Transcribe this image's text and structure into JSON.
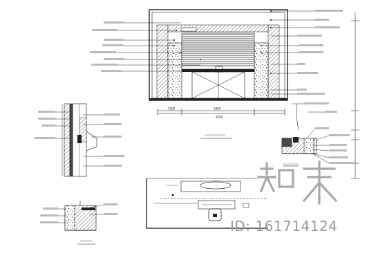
{
  "drawing": {
    "elevation_width": "2950",
    "dims": [
      "1250",
      "1800"
    ],
    "rows": 16
  },
  "watermark": {
    "brand": "知末",
    "id_text": "ID: 161714124"
  }
}
